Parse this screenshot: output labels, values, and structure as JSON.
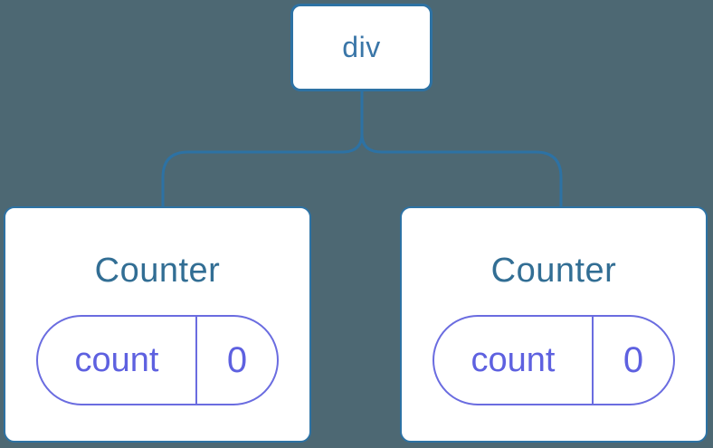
{
  "diagram": {
    "description": "Component tree diagram: a div parent with two independent Counter children, each holding its own count state of 0",
    "root": {
      "label": "div"
    },
    "children": [
      {
        "title": "Counter",
        "state": {
          "label": "count",
          "value": "0"
        }
      },
      {
        "title": "Counter",
        "state": {
          "label": "count",
          "value": "0"
        }
      }
    ],
    "colors": {
      "background": "#4D6873",
      "connector_stroke": "#2D72A4",
      "node_fill": "#FFFFFF",
      "root_label_color": "#3A76A8",
      "component_title_color": "#326E94",
      "state_color": "#5E61E0",
      "state_border_color": "#6A6CE0"
    }
  }
}
